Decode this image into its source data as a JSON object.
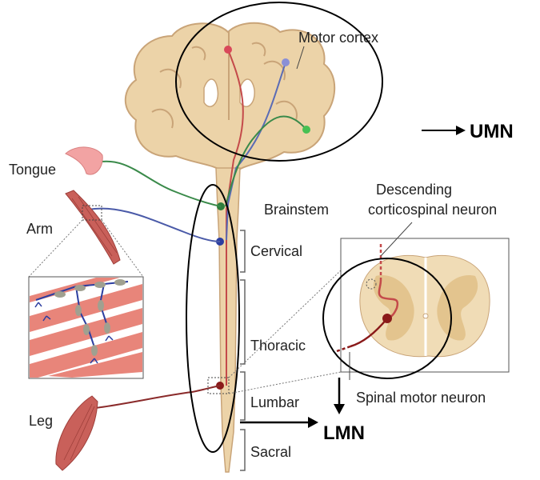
{
  "labels": {
    "motor_cortex": "Motor cortex",
    "umn": "UMN",
    "tongue": "Tongue",
    "arm": "Arm",
    "leg": "Leg",
    "brainstem": "Brainstem",
    "descending_line1": "Descending",
    "descending_line2": "corticospinal neuron",
    "cervical": "Cervical",
    "thoracic": "Thoracic",
    "lumbar": "Lumbar",
    "sacral": "Sacral",
    "spinal_motor_neuron": "Spinal motor neuron",
    "lmn": "LMN"
  },
  "colors": {
    "brain_tan": "#ecd3a8",
    "brain_outline": "#c9a478",
    "white_matter": "#f7ecd6",
    "muscle": "#c9605a",
    "muscle_dark": "#9f3f3a",
    "tongue": "#f2a3a3",
    "tract_red": "#c44a4a",
    "tract_blue": "#5a6bb5",
    "tract_green": "#3a8a4a",
    "neuron_dark_red": "#8a1a1a"
  }
}
